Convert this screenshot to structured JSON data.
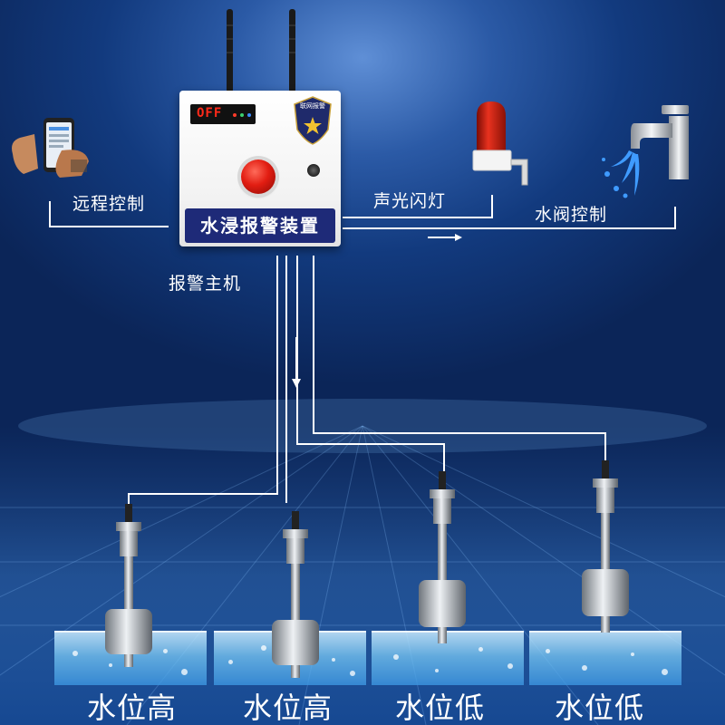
{
  "host": {
    "title": "水浸报警装置",
    "display": "OFF",
    "badge": "联网报警"
  },
  "labels": {
    "remote": "远程控制",
    "light": "声光闪灯",
    "valve": "水阀控制",
    "host": "报警主机"
  },
  "sensors": [
    {
      "label": "水位高"
    },
    {
      "label": "水位高"
    },
    {
      "label": "水位低"
    },
    {
      "label": "水位低"
    }
  ],
  "colors": {
    "background": "#123a7e",
    "wire": "#ffffff",
    "host_label_bg": "#1e2a78",
    "display_text": "#ff2a1a",
    "alarm_button": "#e21d12",
    "beacon": "#d62512"
  },
  "icons": [
    "antenna-icon",
    "phone-icon",
    "beacon-icon",
    "faucet-icon",
    "police-badge-icon",
    "float-switch-icon"
  ]
}
